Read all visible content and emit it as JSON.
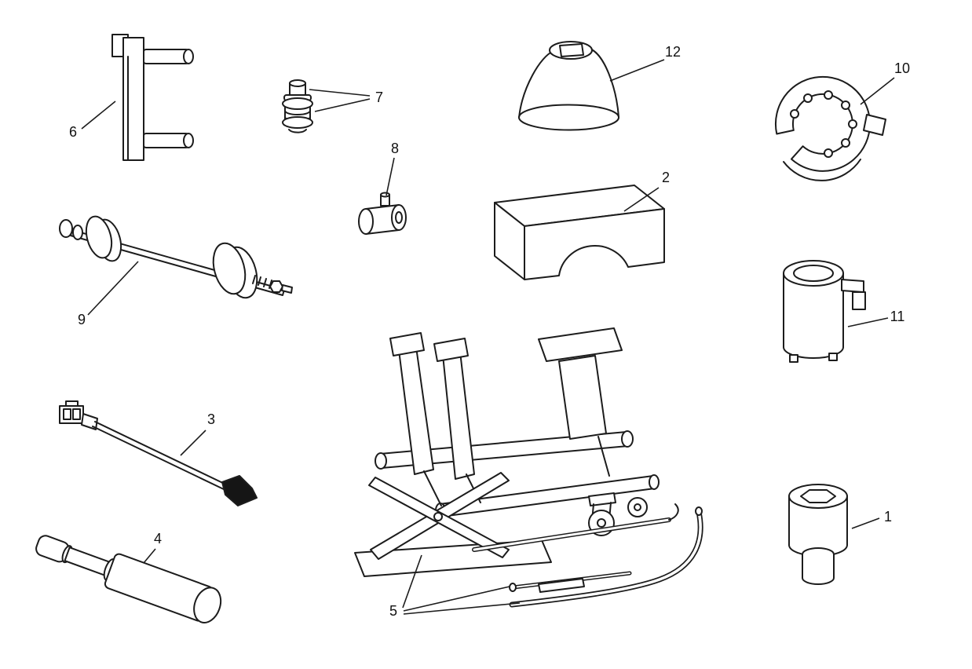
{
  "figure": {
    "background_color": "#ffffff",
    "line_color": "#1c1c1c",
    "label_color": "#111111",
    "callouts": [
      {
        "label": "1"
      },
      {
        "label": "2"
      },
      {
        "label": "3"
      },
      {
        "label": "4"
      },
      {
        "label": "5"
      },
      {
        "label": "6"
      },
      {
        "label": "7"
      },
      {
        "label": "8"
      },
      {
        "label": "9"
      },
      {
        "label": "10"
      },
      {
        "label": "11"
      },
      {
        "label": "12"
      }
    ]
  }
}
